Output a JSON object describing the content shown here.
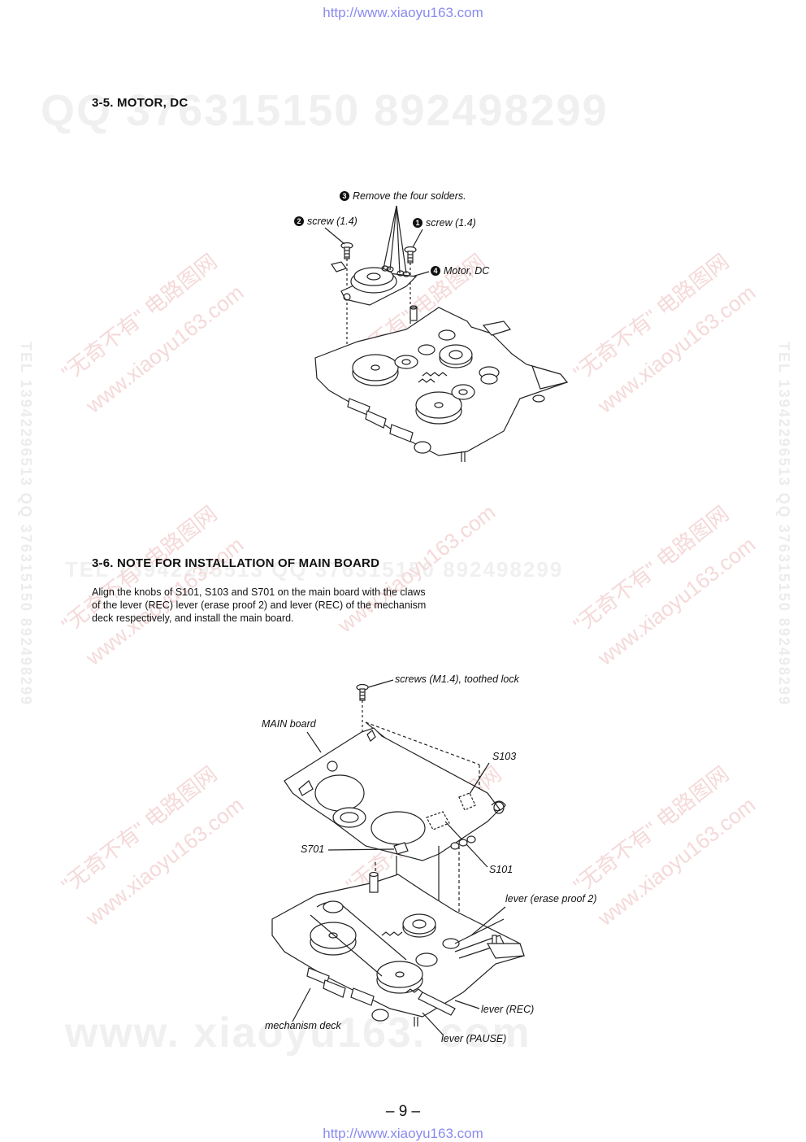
{
  "url_top": "http://www.xiaoyu163.com",
  "url_bottom": "http://www.xiaoyu163.com",
  "watermarks": {
    "qq_line": "QQ 376315150   892498299",
    "tel_line": "TEL 13942296513   QQ 376315150   892498299",
    "site_big": "www. xiaoyu163. com",
    "cn_site_1": "\"无奇不有\" 电路图网",
    "cn_site_2": "www.xiaoyu163.com"
  },
  "section_1": {
    "heading": "3-5. MOTOR, DC",
    "labels": {
      "l1_num": "1",
      "l1_text": "screw (1.4)",
      "l2_num": "2",
      "l2_text": "screw (1.4)",
      "l3_num": "3",
      "l3_text": "Remove the four solders.",
      "l4_num": "4",
      "l4_text": "Motor, DC"
    }
  },
  "section_2": {
    "heading": "3-6. NOTE FOR INSTALLATION OF MAIN BOARD",
    "body": "Align the knobs of S101, S103 and S701 on the main board with the claws of the lever (REC) lever (erase proof 2) and lever (REC) of the mechanism deck respectively, and install the main board.",
    "labels": {
      "screws": "screws (M1.4), toothed lock",
      "main_board": "MAIN board",
      "s103": "S103",
      "s701": "S701",
      "s101": "S101",
      "lever_erase": "lever (erase proof 2)",
      "lever_rec": "lever (REC)",
      "mech_deck": "mechanism deck",
      "lever_pause": "lever (PAUSE)"
    }
  },
  "page_number": "– 9 –"
}
